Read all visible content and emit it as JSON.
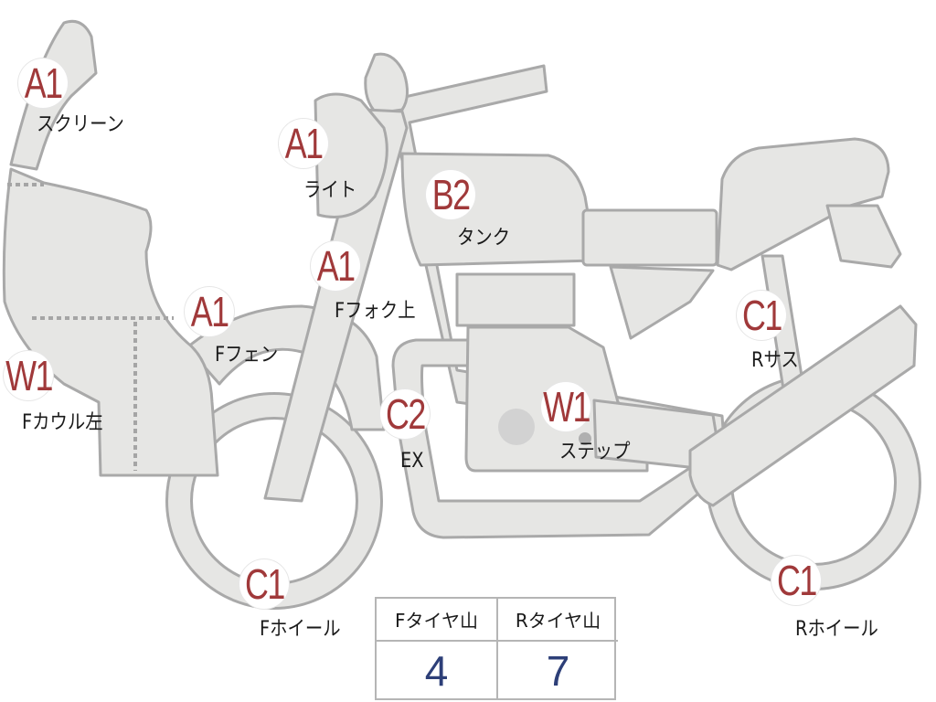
{
  "markers": [
    {
      "id": "screen",
      "grade": "A1",
      "label": "スクリーン"
    },
    {
      "id": "light",
      "grade": "A1",
      "label": "ライト"
    },
    {
      "id": "tank",
      "grade": "B2",
      "label": "タンク"
    },
    {
      "id": "fork-upper",
      "grade": "A1",
      "label": "Fフォク上"
    },
    {
      "id": "front-fender",
      "grade": "A1",
      "label": "Fフェン"
    },
    {
      "id": "cowl-left",
      "grade": "W1",
      "label": "Fカウル左"
    },
    {
      "id": "exhaust",
      "grade": "C2",
      "label": "EX"
    },
    {
      "id": "step",
      "grade": "W1",
      "label": "ステップ"
    },
    {
      "id": "rear-suspension",
      "grade": "C1",
      "label": "Rサス"
    },
    {
      "id": "front-wheel",
      "grade": "C1",
      "label": "Fホイール"
    },
    {
      "id": "rear-wheel",
      "grade": "C1",
      "label": "Rホイール"
    }
  ],
  "tire_tread": {
    "front": {
      "label": "Fタイヤ山",
      "value": "4"
    },
    "rear": {
      "label": "Rタイヤ山",
      "value": "7"
    }
  },
  "colors": {
    "grade": "#a0393a",
    "tire_value": "#2d3f78",
    "body_fill": "#e6e6e4",
    "body_stroke": "#a9a9a9"
  }
}
